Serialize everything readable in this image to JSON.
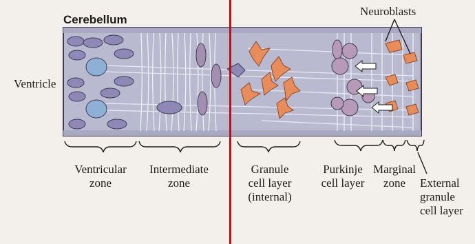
{
  "title": "Cerebellum",
  "labels": {
    "ventricle": "Ventricle",
    "neuroblasts": "Neuroblasts",
    "ventricular_zone": [
      "Ventricular",
      "zone"
    ],
    "intermediate_zone": [
      "Intermediate",
      "zone"
    ],
    "granule_cell_layer": [
      "Granule",
      "cell layer",
      "(internal)"
    ],
    "purkinje_cell_layer": [
      "Purkinje",
      "cell layer"
    ],
    "marginal_zone": [
      "Marginal",
      "zone"
    ],
    "external_granule_cell_layer": [
      "External",
      "granule",
      "cell layer"
    ]
  },
  "colors": {
    "tissue": "#b9b9cf",
    "tissue_border": "#3d3d52",
    "neuron": "#8f87b6",
    "neuron_nucleus": "#d9a9b6",
    "precursor": "#8fb0d6",
    "granule_cell": "#e88c5c",
    "purkinje": "#b79ab8",
    "divider": "#b5121b"
  }
}
